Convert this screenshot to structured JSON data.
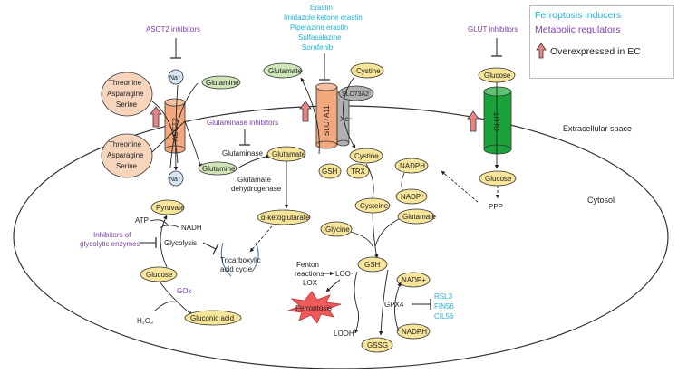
{
  "legend": {
    "ferroptosis_inducers": "Ferroptosis inducers",
    "metabolic_regulators": "Metabolic regulators",
    "overexpressed": "Overexpressed in EC"
  },
  "colors": {
    "inducer": "#1fb3d8",
    "regulator": "#7b3fb0",
    "metabolite_fill": "#f7e59a",
    "glutamine_fill": "#cfe6b8",
    "amino_acid_fill": "#f7d4bc",
    "na_fill": "#d7e6f6",
    "asct2_fill": "#f2a77c",
    "glut_fill": "#1aa33a",
    "slc_grey": "#b0b0b0",
    "ferroptosis_burst": "#f05a5a",
    "arrow_up_fill": "#e88484"
  },
  "compartments": {
    "extracellular": "Extracellular space",
    "cytosol": "Cytosol"
  },
  "asct2": {
    "inhibitors": "ASCT2 inhibitors",
    "label": "ASCT2",
    "na_top": "Na⁺",
    "na_bottom": "Na⁺",
    "amino_top": [
      "Threonine",
      "Asparagine",
      "Serine"
    ],
    "amino_bottom": [
      "Threonine",
      "Asparagine",
      "Serine"
    ],
    "glutamine_out": "Glutamine",
    "glutamine_in": "Glutamine"
  },
  "glutaminolysis": {
    "inhibitors": "Glutaminase inhibitors",
    "enzyme": "Glutaminase",
    "glutamate": "Glutamate",
    "enzyme2": [
      "Glutamate",
      "dehydrogenase"
    ],
    "akg": "α-ketoglutarate"
  },
  "xc": {
    "inducers": [
      "Erastin",
      "Imidazole ketone erastin",
      "Piperazine erastin",
      "Sulfasalazine",
      "Sorafenib"
    ],
    "glutamate": "Glutamate",
    "cystine_out": "Cystine",
    "slc7a11": "SLC7A11",
    "slc3a2": "SLC73A2",
    "label": "Xc⁻",
    "cystine_in": "Cystine",
    "gsh": "GSH",
    "trx": "TRX",
    "nadph": "NADPH",
    "nadp": "NADP⁺",
    "cysteine": "Cysteine",
    "glutamate_in": "Glutamate",
    "glycine": "Glycine"
  },
  "glut": {
    "inhibitors": "GLUT inhibitors",
    "glucose_out": "Glucose",
    "label": "GLUT",
    "glucose_in": "Glucose",
    "ppp": "PPP"
  },
  "glycolysis": {
    "pyruvate": "Pyruvate",
    "atp": "ATP",
    "nadh": "NADH",
    "inhibitors": [
      "Inhibitors of",
      "glycolytic enzymes"
    ],
    "process": "Glycolysis",
    "tca": [
      "Tricarboxylic",
      "acid cycle"
    ],
    "glucose": "Glucose",
    "gox": "GOx",
    "h2o2": "H₂O₂",
    "gluconic": "Gluconic acid"
  },
  "gpx4": {
    "gsh": "GSH",
    "fenton": [
      "Fenton",
      "reactions",
      "LOX"
    ],
    "loo": "LOO·",
    "ferroptosis": "Ferroptosis",
    "nadp": "NADP+",
    "enzyme": "GPX4",
    "looh": "LOOH",
    "gssg": "GSSG",
    "nadph": "NADPH",
    "inducers": [
      "RSL3",
      "FIN56",
      "CIL56"
    ]
  }
}
